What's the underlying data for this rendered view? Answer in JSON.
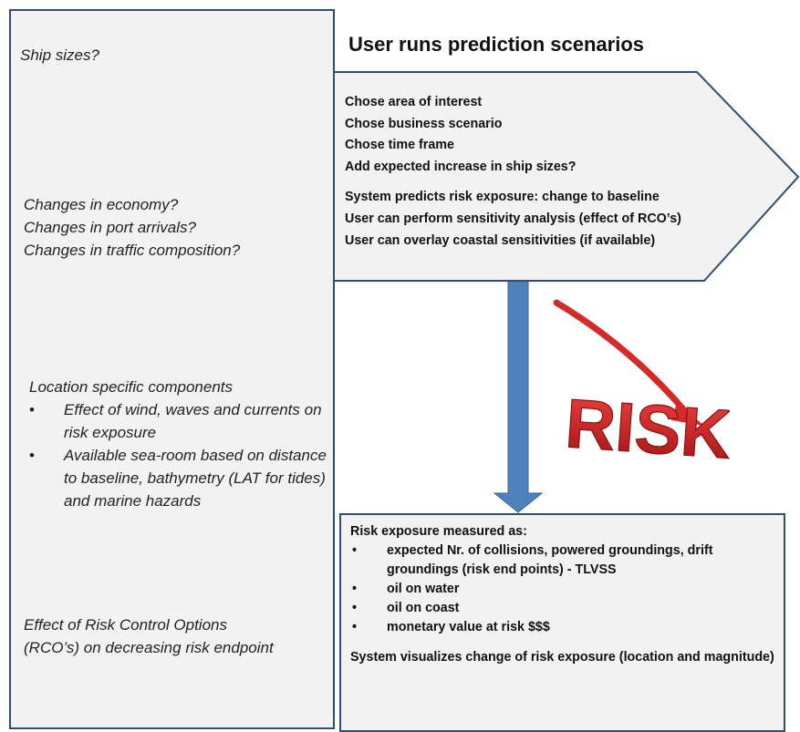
{
  "left_panel": {
    "ship_sizes": "Ship sizes?",
    "economy_lines": [
      "Changes in economy?",
      "Changes in port arrivals?",
      "Changes in traffic composition?"
    ],
    "location_title": "Location specific components",
    "location_bullets": [
      "Effect of wind, waves and currents on risk exposure",
      "Available sea-room based on distance to baseline, bathymetry (LAT for tides) and marine hazards"
    ],
    "rco_lines": [
      "Effect of Risk Control Options",
      "(RCO’s) on decreasing risk endpoint"
    ]
  },
  "heading": "User runs prediction scenarios",
  "scenario_box": {
    "steps": [
      "Chose area of interest",
      "Chose  business scenario",
      "Chose time frame",
      "Add expected increase in ship sizes?"
    ],
    "outputs": [
      "System predicts risk exposure: change to baseline",
      "User can perform sensitivity analysis (effect of RCO’s)",
      "User can overlay coastal sensitivities (if available)"
    ]
  },
  "risk_image": {
    "text": "RISK"
  },
  "risk_box": {
    "header": "Risk exposure measured as:",
    "bullets": [
      "expected Nr. of collisions, powered groundings, drift groundings  (risk end points) - TLVSS",
      "oil on water",
      "oil on coast",
      "monetary  value at risk $$$"
    ],
    "visualize": "System visualizes change of risk exposure (location and magnitude)"
  },
  "colors": {
    "border": "#2e4e76",
    "box_fill": "#f2f2f2",
    "arrow": "#4f81bd",
    "risk_red": "#d42a2a"
  }
}
